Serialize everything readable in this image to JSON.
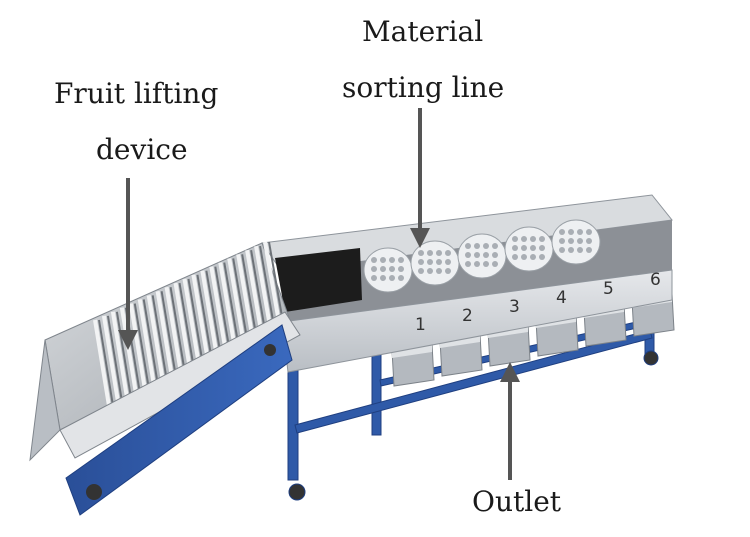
{
  "labels": {
    "fruit_lifting_line1": "Fruit lifting",
    "fruit_lifting_line2": "device",
    "material_sorting_line1": "Material",
    "material_sorting_line2": "sorting line",
    "outlet": "Outlet"
  },
  "channel_numbers": [
    "1",
    "2",
    "3",
    "4",
    "5",
    "6"
  ],
  "colors": {
    "frame_blue": "#2f5aa8",
    "steel": "#c9cdd2",
    "steel_dark": "#8e949b",
    "belt": "#1c1c1c",
    "arrow": "#555555"
  }
}
